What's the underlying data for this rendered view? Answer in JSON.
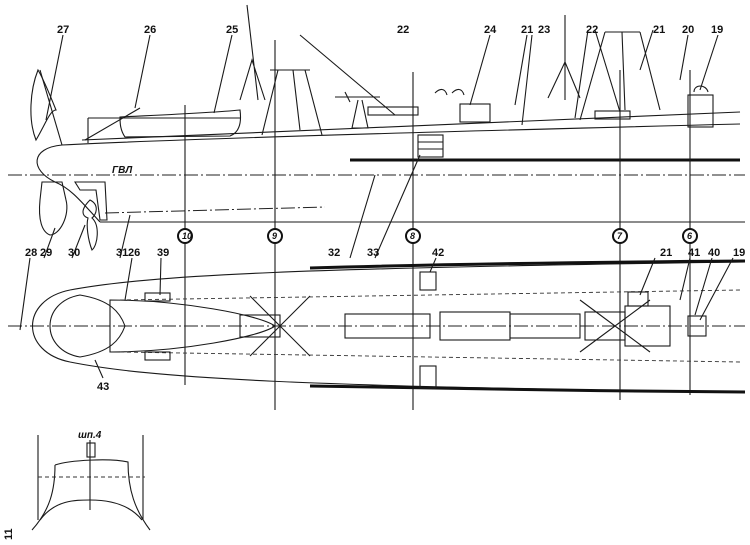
{
  "side_view": {
    "waterline_label": "ГВЛ",
    "callouts": [
      "27",
      "26",
      "25",
      "22",
      "24",
      "21",
      "23",
      "22",
      "21",
      "20",
      "19",
      "28",
      "29",
      "30",
      "31",
      "32",
      "33"
    ]
  },
  "frames": [
    "10",
    "9",
    "8",
    "7",
    "6"
  ],
  "plan_view": {
    "callouts": [
      "26",
      "39",
      "42",
      "21",
      "41",
      "40",
      "19",
      "43"
    ]
  },
  "section": {
    "label": "шп.4"
  },
  "page_number": "11"
}
